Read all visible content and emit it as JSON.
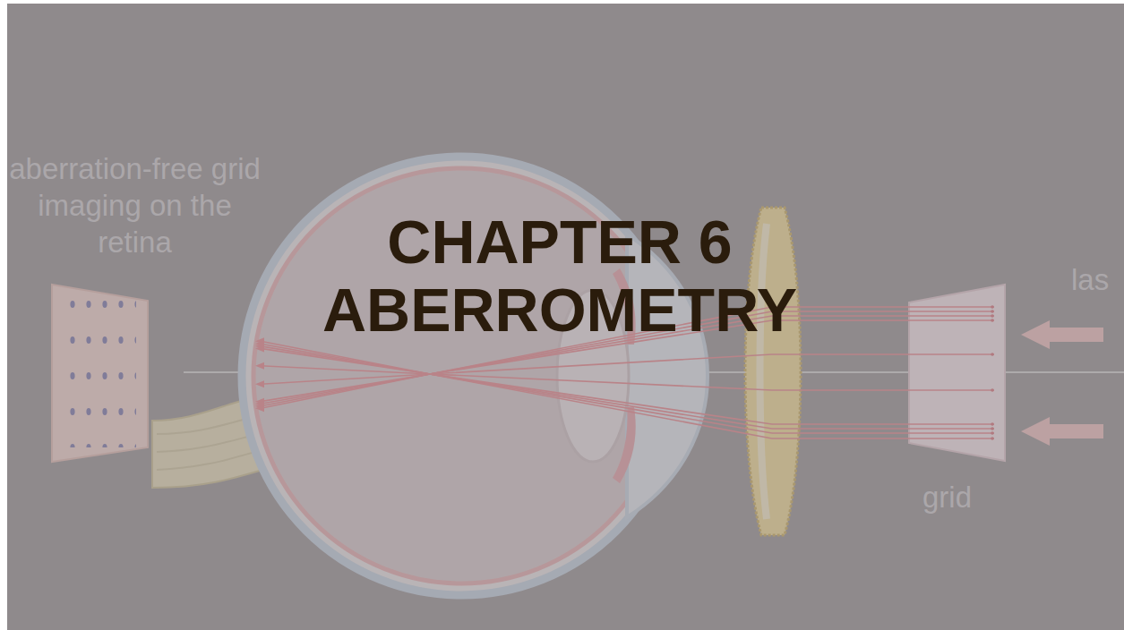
{
  "diagram": {
    "title": "CHAPTER 6 ABERROMETRY",
    "labels": [
      "aberration-free grid imaging on the retina",
      "las",
      "grid"
    ]
  }
}
